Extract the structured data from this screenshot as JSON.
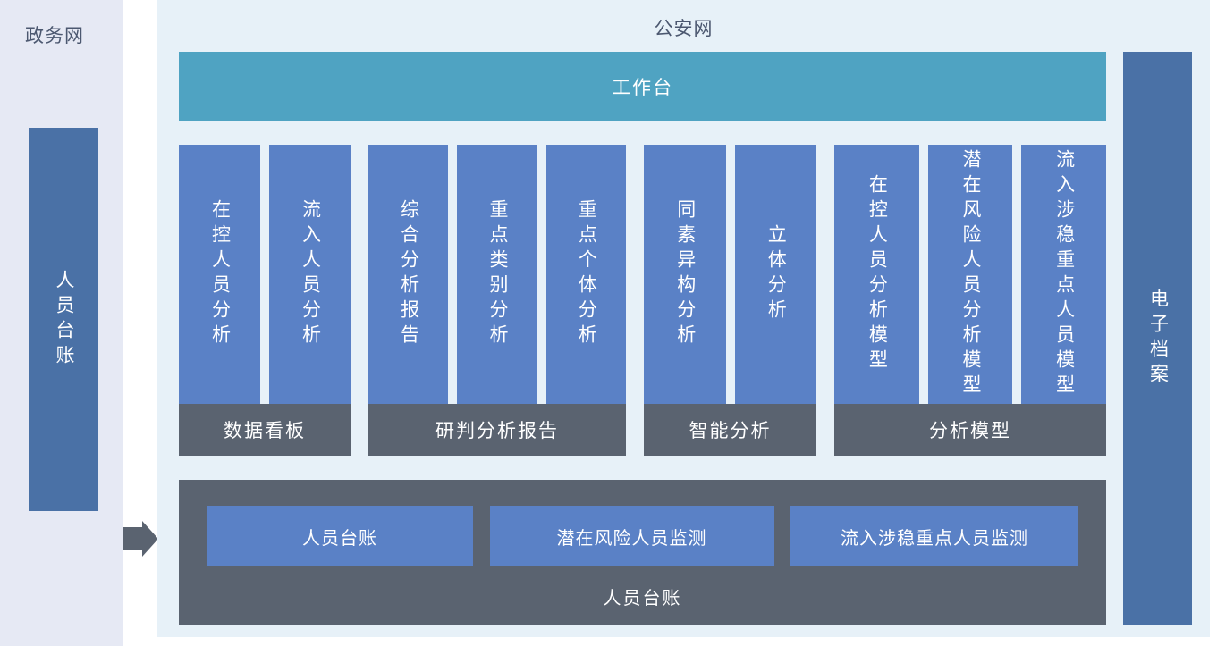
{
  "colors": {
    "left_panel_bg": "#e6e9f4",
    "main_panel_bg": "#e7f1f8",
    "workbench_teal": "#4fa3c2",
    "module_blue": "#5a81c6",
    "side_bar_blue": "#4a71a6",
    "dark_gray": "#5a6370",
    "title_text": "#4c5870"
  },
  "left_panel": {
    "title": "政务网",
    "bar_label": "人员台账"
  },
  "main": {
    "title": "公安网",
    "workbench": "工作台",
    "groups": [
      {
        "label": "数据看板",
        "columns": [
          "在控人员分析",
          "流入人员分析"
        ]
      },
      {
        "label": "研判分析报告",
        "columns": [
          "综合分析报告",
          "重点类别分析",
          "重点个体分析"
        ]
      },
      {
        "label": "智能分析",
        "columns": [
          "同素异构分析",
          "立体分析"
        ]
      },
      {
        "label": "分析模型",
        "columns": [
          "在控人员分析模型",
          "潜在风险人员分析模型",
          "流入涉稳重点人员模型"
        ]
      }
    ],
    "bottom": {
      "buttons": [
        "人员台账",
        "潜在风险人员监测",
        "流入涉稳重点人员监测"
      ],
      "label": "人员台账"
    }
  },
  "right_bar": {
    "label": "电子档案"
  }
}
